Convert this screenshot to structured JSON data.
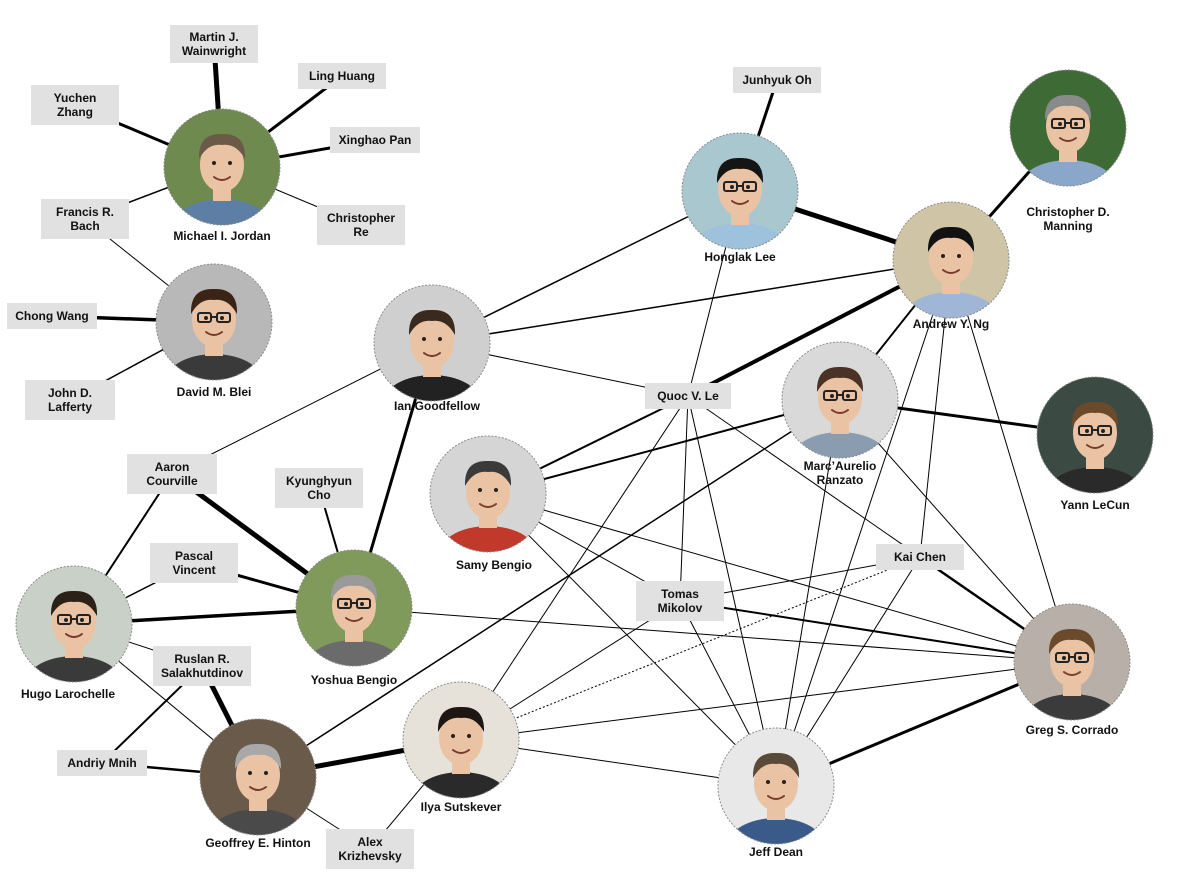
{
  "people": [
    {
      "id": "jordan",
      "name": [
        "Michael I. Jordan"
      ],
      "photo": true,
      "hair": "#6b5a48",
      "shirt": "#5d7fa6",
      "bg": "#6f8a4e",
      "glasses": false
    },
    {
      "id": "blei",
      "name": [
        "David M. Blei"
      ],
      "photo": true,
      "hair": "#3b2416",
      "shirt": "#3a3a3a",
      "bg": "#b8b8b8",
      "glasses": true
    },
    {
      "id": "goodfellow",
      "name": [
        "Ian Goodfellow"
      ],
      "photo": true,
      "hair": "#3a2a1e",
      "shirt": "#222222",
      "bg": "#cfcfcf",
      "glasses": false
    },
    {
      "id": "honglak",
      "name": [
        "Honglak Lee"
      ],
      "photo": true,
      "hair": "#151515",
      "shirt": "#9ec1dc",
      "bg": "#a9c7cf",
      "glasses": true
    },
    {
      "id": "ng",
      "name": [
        "Andrew Y. Ng"
      ],
      "photo": true,
      "hair": "#121212",
      "shirt": "#9fb6d6",
      "bg": "#cfc4a6",
      "glasses": false
    },
    {
      "id": "manning",
      "name": [
        "Christopher D.",
        "Manning"
      ],
      "photo": true,
      "hair": "#8a8a8a",
      "shirt": "#8aa6c8",
      "bg": "#3d6a35",
      "glasses": true
    },
    {
      "id": "ranzato",
      "name": [
        "Marc’Aurelio",
        "Ranzato"
      ],
      "photo": true,
      "hair": "#4a3326",
      "shirt": "#8a9db0",
      "bg": "#d9d9d9",
      "glasses": true
    },
    {
      "id": "lecun",
      "name": [
        "Yann LeCun"
      ],
      "photo": true,
      "hair": "#6a4a2a",
      "shirt": "#2a2a2a",
      "bg": "#3b4a42",
      "glasses": true
    },
    {
      "id": "samy",
      "name": [
        "Samy Bengio"
      ],
      "photo": true,
      "hair": "#3a3a3a",
      "shirt": "#c0392b",
      "bg": "#d5d5d5",
      "glasses": false
    },
    {
      "id": "yoshua",
      "name": [
        "Yoshua Bengio"
      ],
      "photo": true,
      "hair": "#9a9a9a",
      "shirt": "#6b6b6b",
      "bg": "#7f9a5a",
      "glasses": true
    },
    {
      "id": "hugo",
      "name": [
        "Hugo Larochelle"
      ],
      "photo": true,
      "hair": "#2c2118",
      "shirt": "#3a3a3a",
      "bg": "#c8d0c8",
      "glasses": true
    },
    {
      "id": "hinton",
      "name": [
        "Geoffrey E. Hinton"
      ],
      "photo": true,
      "hair": "#a8a8a8",
      "shirt": "#4a4a4a",
      "bg": "#6a5a4a",
      "glasses": false
    },
    {
      "id": "sutskever",
      "name": [
        "Ilya Sutskever"
      ],
      "photo": true,
      "hair": "#1e1612",
      "shirt": "#2a2a2a",
      "bg": "#e6e2da",
      "glasses": false
    },
    {
      "id": "dean",
      "name": [
        "Jeff Dean"
      ],
      "photo": true,
      "hair": "#5a4a3a",
      "shirt": "#3a5a8a",
      "bg": "#e8e8e8",
      "glasses": false
    },
    {
      "id": "corrado",
      "name": [
        "Greg S. Corrado"
      ],
      "photo": true,
      "hair": "#6a4a2a",
      "shirt": "#3b3b3b",
      "bg": "#b8b0a8",
      "glasses": true
    },
    {
      "id": "wainwright",
      "name": [
        "Martin J.",
        "Wainwright"
      ],
      "photo": false
    },
    {
      "id": "zhang",
      "name": [
        "Yuchen",
        "Zhang"
      ],
      "photo": false
    },
    {
      "id": "huang",
      "name": [
        "Ling Huang"
      ],
      "photo": false
    },
    {
      "id": "pan",
      "name": [
        "Xinghao Pan"
      ],
      "photo": false
    },
    {
      "id": "re",
      "name": [
        "Christopher",
        "Re"
      ],
      "photo": false
    },
    {
      "id": "bach",
      "name": [
        "Francis R.",
        "Bach"
      ],
      "photo": false
    },
    {
      "id": "chongwang",
      "name": [
        "Chong Wang"
      ],
      "photo": false
    },
    {
      "id": "lafferty",
      "name": [
        "John D.",
        "Lafferty"
      ],
      "photo": false
    },
    {
      "id": "junhyuk",
      "name": [
        "Junhyuk Oh"
      ],
      "photo": false
    },
    {
      "id": "quoc",
      "name": [
        "Quoc V. Le"
      ],
      "photo": false
    },
    {
      "id": "courville",
      "name": [
        "Aaron",
        "Courville"
      ],
      "photo": false
    },
    {
      "id": "cho",
      "name": [
        "Kyunghyun",
        "Cho"
      ],
      "photo": false
    },
    {
      "id": "vincent",
      "name": [
        "Pascal",
        "Vincent"
      ],
      "photo": false
    },
    {
      "id": "kaichen",
      "name": [
        "Kai Chen"
      ],
      "photo": false
    },
    {
      "id": "mikolov",
      "name": [
        "Tomas",
        "Mikolov"
      ],
      "photo": false
    },
    {
      "id": "salakhutdinov",
      "name": [
        "Ruslan R.",
        "Salakhutdinov"
      ],
      "photo": false
    },
    {
      "id": "mnih",
      "name": [
        "Andriy Mnih"
      ],
      "photo": false
    },
    {
      "id": "krizhevsky",
      "name": [
        "Alex",
        "Krizhevsky"
      ],
      "photo": false
    }
  ],
  "edges": [
    {
      "a": "jordan",
      "b": "wainwright",
      "w": 5
    },
    {
      "a": "jordan",
      "b": "zhang",
      "w": 3
    },
    {
      "a": "jordan",
      "b": "huang",
      "w": 3
    },
    {
      "a": "jordan",
      "b": "pan",
      "w": 3
    },
    {
      "a": "jordan",
      "b": "re",
      "w": 1
    },
    {
      "a": "jordan",
      "b": "bach",
      "w": 1.5
    },
    {
      "a": "blei",
      "b": "bach",
      "w": 1
    },
    {
      "a": "blei",
      "b": "chongwang",
      "w": 3.5
    },
    {
      "a": "blei",
      "b": "lafferty",
      "w": 1.5
    },
    {
      "a": "honglak",
      "b": "junhyuk",
      "w": 3
    },
    {
      "a": "honglak",
      "b": "ng",
      "w": 5
    },
    {
      "a": "ng",
      "b": "manning",
      "w": 3
    },
    {
      "a": "goodfellow",
      "b": "honglak",
      "w": 1.5
    },
    {
      "a": "goodfellow",
      "b": "ng",
      "w": 1.5
    },
    {
      "a": "goodfellow",
      "b": "quoc",
      "w": 1
    },
    {
      "a": "goodfellow",
      "b": "courville",
      "w": 1
    },
    {
      "a": "goodfellow",
      "b": "yoshua",
      "w": 3
    },
    {
      "a": "honglak",
      "b": "quoc",
      "w": 1
    },
    {
      "a": "ng",
      "b": "quoc",
      "w": 4
    },
    {
      "a": "ng",
      "b": "ranzato",
      "w": 2
    },
    {
      "a": "ng",
      "b": "kaichen",
      "w": 1
    },
    {
      "a": "ng",
      "b": "corrado",
      "w": 1
    },
    {
      "a": "ng",
      "b": "dean",
      "w": 1
    },
    {
      "a": "ranzato",
      "b": "lecun",
      "w": 3
    },
    {
      "a": "ranzato",
      "b": "samy",
      "w": 2
    },
    {
      "a": "ranzato",
      "b": "hinton",
      "w": 1.5
    },
    {
      "a": "ranzato",
      "b": "corrado",
      "w": 1
    },
    {
      "a": "ranzato",
      "b": "dean",
      "w": 1
    },
    {
      "a": "quoc",
      "b": "samy",
      "w": 2
    },
    {
      "a": "quoc",
      "b": "mikolov",
      "w": 1
    },
    {
      "a": "quoc",
      "b": "sutskever",
      "w": 1
    },
    {
      "a": "quoc",
      "b": "dean",
      "w": 1
    },
    {
      "a": "quoc",
      "b": "corrado",
      "w": 1
    },
    {
      "a": "samy",
      "b": "mikolov",
      "w": 1
    },
    {
      "a": "samy",
      "b": "dean",
      "w": 1
    },
    {
      "a": "samy",
      "b": "corrado",
      "w": 1
    },
    {
      "a": "kaichen",
      "b": "corrado",
      "w": 2.5
    },
    {
      "a": "kaichen",
      "b": "mikolov",
      "w": 1
    },
    {
      "a": "kaichen",
      "b": "sutskever",
      "w": 1,
      "dotted": true
    },
    {
      "a": "kaichen",
      "b": "dean",
      "w": 1
    },
    {
      "a": "mikolov",
      "b": "corrado",
      "w": 2
    },
    {
      "a": "mikolov",
      "b": "sutskever",
      "w": 1
    },
    {
      "a": "mikolov",
      "b": "dean",
      "w": 1
    },
    {
      "a": "sutskever",
      "b": "dean",
      "w": 1
    },
    {
      "a": "sutskever",
      "b": "corrado",
      "w": 1
    },
    {
      "a": "dean",
      "b": "corrado",
      "w": 3
    },
    {
      "a": "sutskever",
      "b": "hinton",
      "w": 5
    },
    {
      "a": "sutskever",
      "b": "krizhevsky",
      "w": 1
    },
    {
      "a": "hinton",
      "b": "krizhevsky",
      "w": 1
    },
    {
      "a": "hinton",
      "b": "salakhutdinov",
      "w": 5
    },
    {
      "a": "hinton",
      "b": "mnih",
      "w": 2.5
    },
    {
      "a": "hinton",
      "b": "hugo",
      "w": 1
    },
    {
      "a": "mnih",
      "b": "salakhutdinov",
      "w": 2
    },
    {
      "a": "yoshua",
      "b": "courville",
      "w": 5
    },
    {
      "a": "yoshua",
      "b": "cho",
      "w": 2
    },
    {
      "a": "yoshua",
      "b": "vincent",
      "w": 3
    },
    {
      "a": "yoshua",
      "b": "hugo",
      "w": 3.5
    },
    {
      "a": "yoshua",
      "b": "corrado",
      "w": 1
    },
    {
      "a": "hugo",
      "b": "courville",
      "w": 2
    },
    {
      "a": "hugo",
      "b": "vincent",
      "w": 1.5
    },
    {
      "a": "hugo",
      "b": "salakhutdinov",
      "w": 1
    }
  ]
}
